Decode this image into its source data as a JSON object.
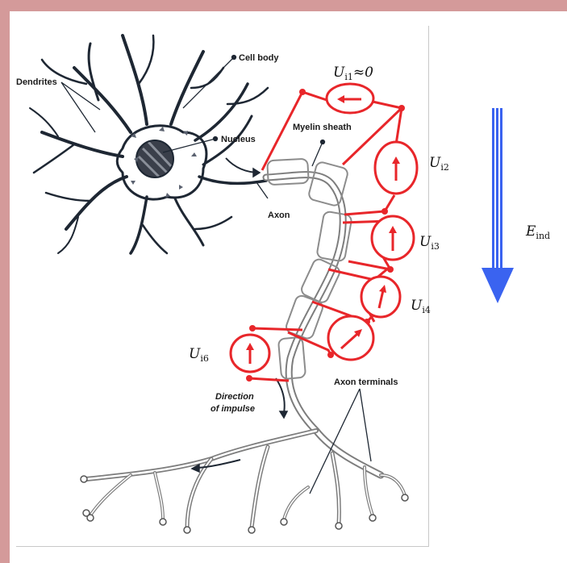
{
  "neuron_labels": {
    "dendrites": "Dendrites",
    "cell_body": "Cell body",
    "nucleus": "Nucleus",
    "myelin_sheath": "Myelin sheath",
    "axon": "Axon",
    "axon_terminals": "Axon terminals",
    "direction_line1": "Direction",
    "direction_line2": "of impulse"
  },
  "dipoles": [
    {
      "symbol": "U",
      "subscript": "i1",
      "suffix": "≈0",
      "arrow": "left"
    },
    {
      "symbol": "U",
      "subscript": "i2",
      "suffix": "",
      "arrow": "up"
    },
    {
      "symbol": "U",
      "subscript": "i3",
      "suffix": "",
      "arrow": "up"
    },
    {
      "symbol": "U",
      "subscript": "i4",
      "suffix": "",
      "arrow": "up-slight-right"
    },
    {
      "symbol": "U",
      "subscript": "i6",
      "suffix": "",
      "arrow": "up"
    }
  ],
  "field": {
    "symbol": "E",
    "subscript": "ind",
    "direction": "down"
  },
  "colors": {
    "background_border": "#d49a9a",
    "dipole_red": "#e8262a",
    "field_arrow_blue": "#3a63f0",
    "neuron_dark": "#1e2733",
    "myelin_gray": "#9a9a9a"
  }
}
